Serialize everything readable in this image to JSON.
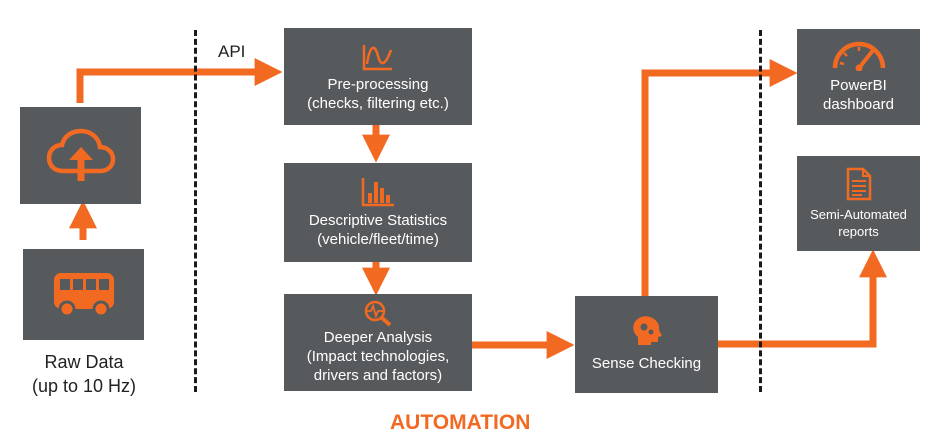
{
  "colors": {
    "accent": "#f26a21",
    "box": "#575a5d",
    "text_dark": "#222222"
  },
  "labels": {
    "api": "API",
    "raw_data": "Raw Data\n(up to 10 Hz)",
    "automation": "AUTOMATION"
  },
  "boxes": {
    "cloud_upload": {
      "icon": "cloud-upload-icon"
    },
    "bus": {
      "icon": "bus-icon"
    },
    "preprocessing": {
      "icon": "signal-wave-icon",
      "label": "Pre-processing\n(checks, filtering etc.)"
    },
    "descriptive": {
      "icon": "bar-chart-icon",
      "label": "Descriptive Statistics\n(vehicle/fleet/time)"
    },
    "deeper": {
      "icon": "magnifier-pulse-icon",
      "label": "Deeper Analysis\n(Impact technologies,\ndrivers and factors)"
    },
    "sense": {
      "icon": "head-gears-icon",
      "label": "Sense Checking"
    },
    "powerbi": {
      "icon": "speedometer-icon",
      "label": "PowerBI\ndashboard"
    },
    "reports": {
      "icon": "document-icon",
      "label": "Semi-Automated\nreports"
    }
  }
}
